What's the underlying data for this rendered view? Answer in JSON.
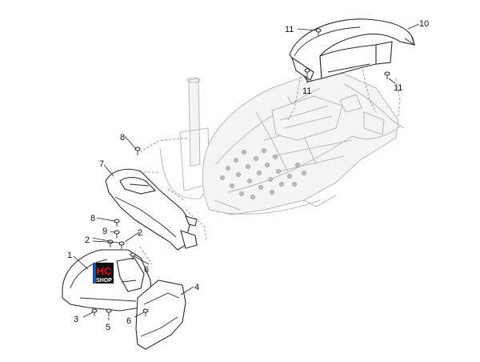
{
  "callouts": {
    "c1": "1",
    "c2a": "2",
    "c2b": "2",
    "c3": "3",
    "c4": "4",
    "c5": "5",
    "c6a": "6",
    "c6b": "6",
    "c7": "7",
    "c8a": "8",
    "c8b": "8",
    "c9": "9",
    "c10": "10",
    "c11a": "11",
    "c11b": "11",
    "c11c": "11"
  },
  "logo": {
    "line1": "HC",
    "line2": "SHOP"
  },
  "colors": {
    "logo_red": "#d9141c",
    "logo_blue": "#1f4fa8",
    "logo_black": "#111111"
  }
}
